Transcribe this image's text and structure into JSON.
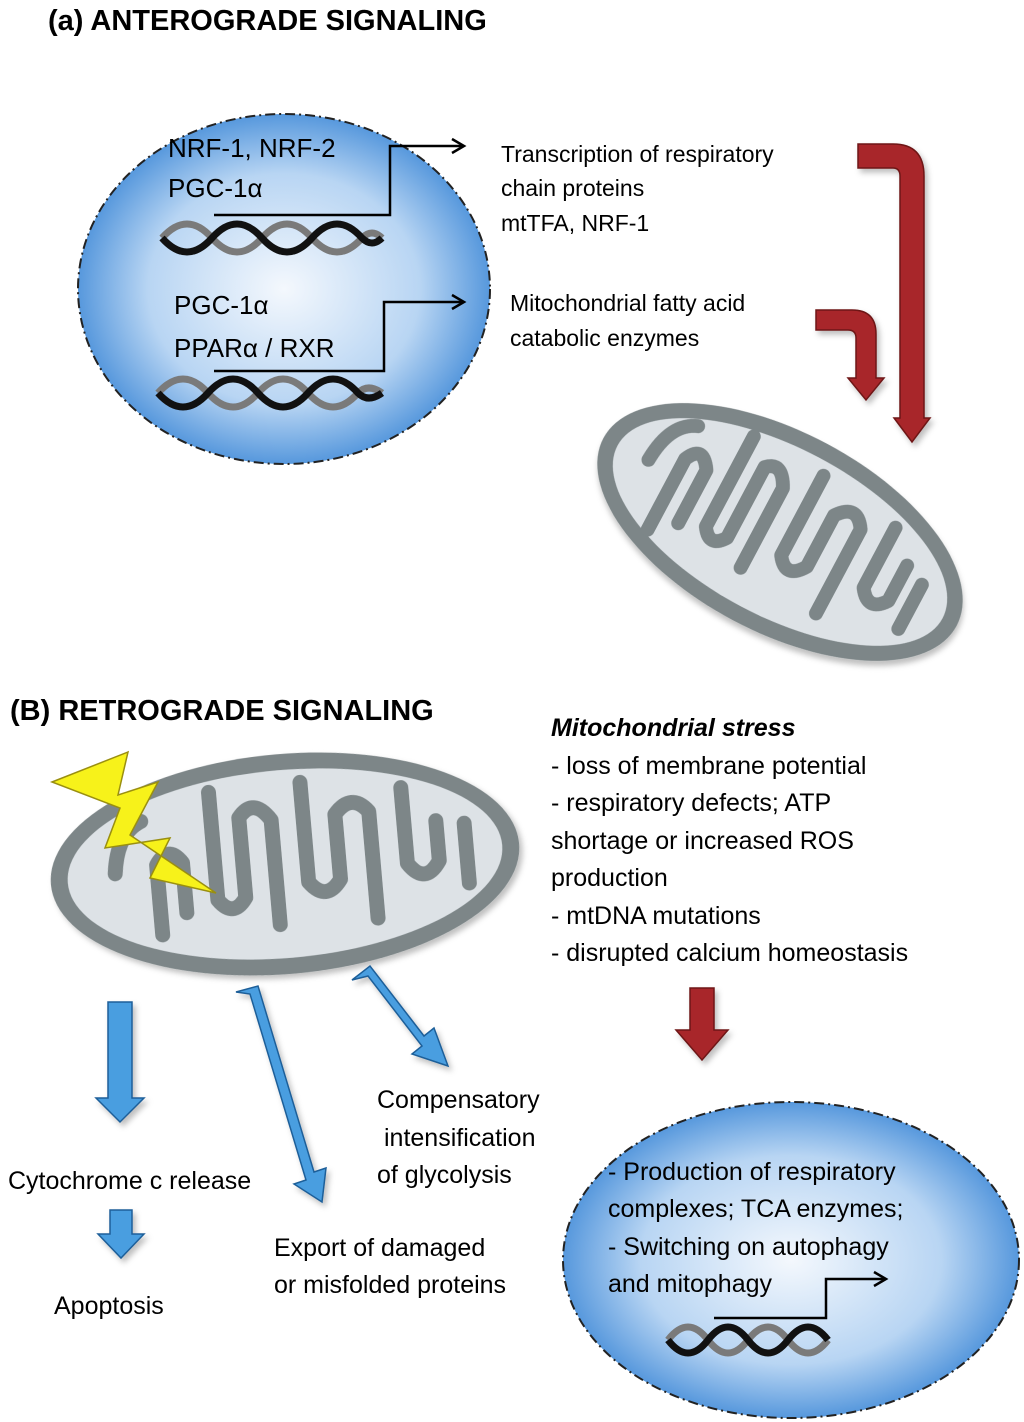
{
  "anterograde": {
    "title": "(a) ANTEROGRADE SIGNALING",
    "nucleus": {
      "upper_factors": [
        "NRF-1, NRF-2",
        "PGC-1α"
      ],
      "lower_factors": [
        "PGC-1α",
        "PPARα / RXR"
      ]
    },
    "outputs": {
      "respiratory": [
        "Transcription of respiratory",
        "chain proteins",
        "mtTFA, NRF-1"
      ],
      "fatty_acid": [
        "Mitochondrial fatty acid",
        "catabolic enzymes"
      ]
    }
  },
  "retrograde": {
    "title": "(B) RETROGRADE SIGNALING",
    "stress": {
      "heading": "Mitochondrial stress",
      "items": [
        "- loss of membrane potential",
        "- respiratory defects; ATP",
        "shortage or increased ROS",
        "production",
        "- mtDNA mutations",
        "- disrupted calcium homeostasis"
      ]
    },
    "outcomes": {
      "cytochrome": "Cytochrome c release",
      "apoptosis": "Apoptosis",
      "export": [
        "Export of damaged",
        "or misfolded proteins"
      ],
      "glycolysis": [
        "Compensatory",
        "intensification",
        "of glycolysis"
      ]
    },
    "nucleus_response": [
      "- Production  of respiratory",
      "complexes; TCA enzymes;",
      "- Switching on autophagy",
      "and mitophagy"
    ]
  },
  "colors": {
    "red_arrow": "#a8282a",
    "blue_arrow": "#4a9ee0",
    "nucleus_center": "#f4f8fd",
    "nucleus_edge": "#3a86d6",
    "mito_outer": "#7d8688",
    "mito_inner": "#dde2e6",
    "bolt": "#f7f21a"
  }
}
